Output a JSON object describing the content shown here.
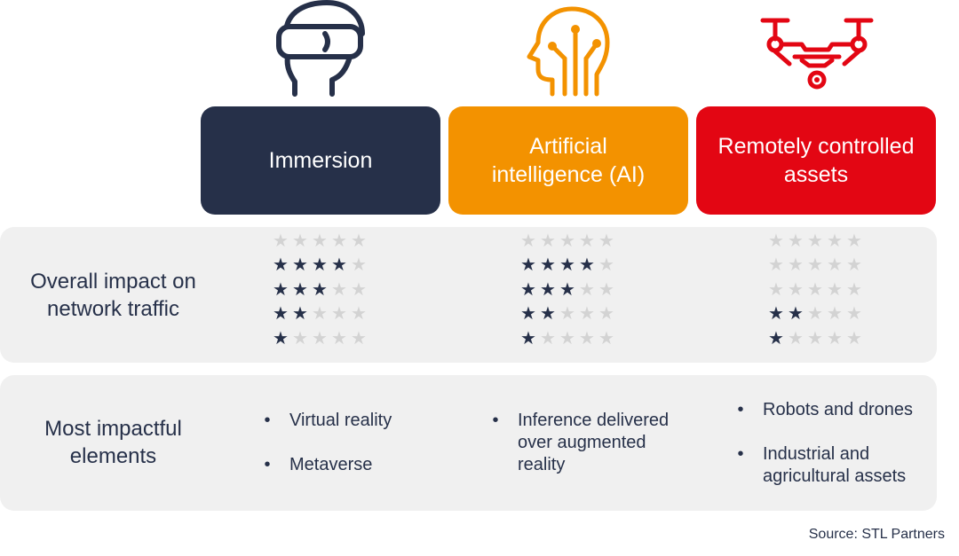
{
  "colors": {
    "navy": "#263049",
    "orange": "#f39200",
    "red": "#e30613",
    "row_bg": "#f0f0f0",
    "star_off": "#d3d3d3"
  },
  "columns": [
    {
      "title": "Immersion",
      "icon": "vr-headset-icon",
      "color": "#263049",
      "star_ratings": [
        0,
        4,
        3,
        2,
        1
      ],
      "elements": [
        "Virtual reality",
        "Metaverse"
      ]
    },
    {
      "title": "Artificial intelligence (AI)",
      "icon": "ai-head-icon",
      "color": "#f39200",
      "star_ratings": [
        0,
        4,
        3,
        2,
        1
      ],
      "elements": [
        "Inference delivered over augmented reality"
      ]
    },
    {
      "title": "Remotely controlled assets",
      "icon": "drone-icon",
      "color": "#e30613",
      "star_ratings": [
        0,
        0,
        0,
        2,
        1
      ],
      "elements": [
        "Robots and drones",
        "Industrial and agricultural assets"
      ]
    }
  ],
  "rows": {
    "impact_label": "Overall impact on network traffic",
    "elements_label": "Most impactful elements"
  },
  "bullet": "•",
  "star_glyph": "★",
  "max_stars": 5,
  "source": "Source: STL Partners"
}
